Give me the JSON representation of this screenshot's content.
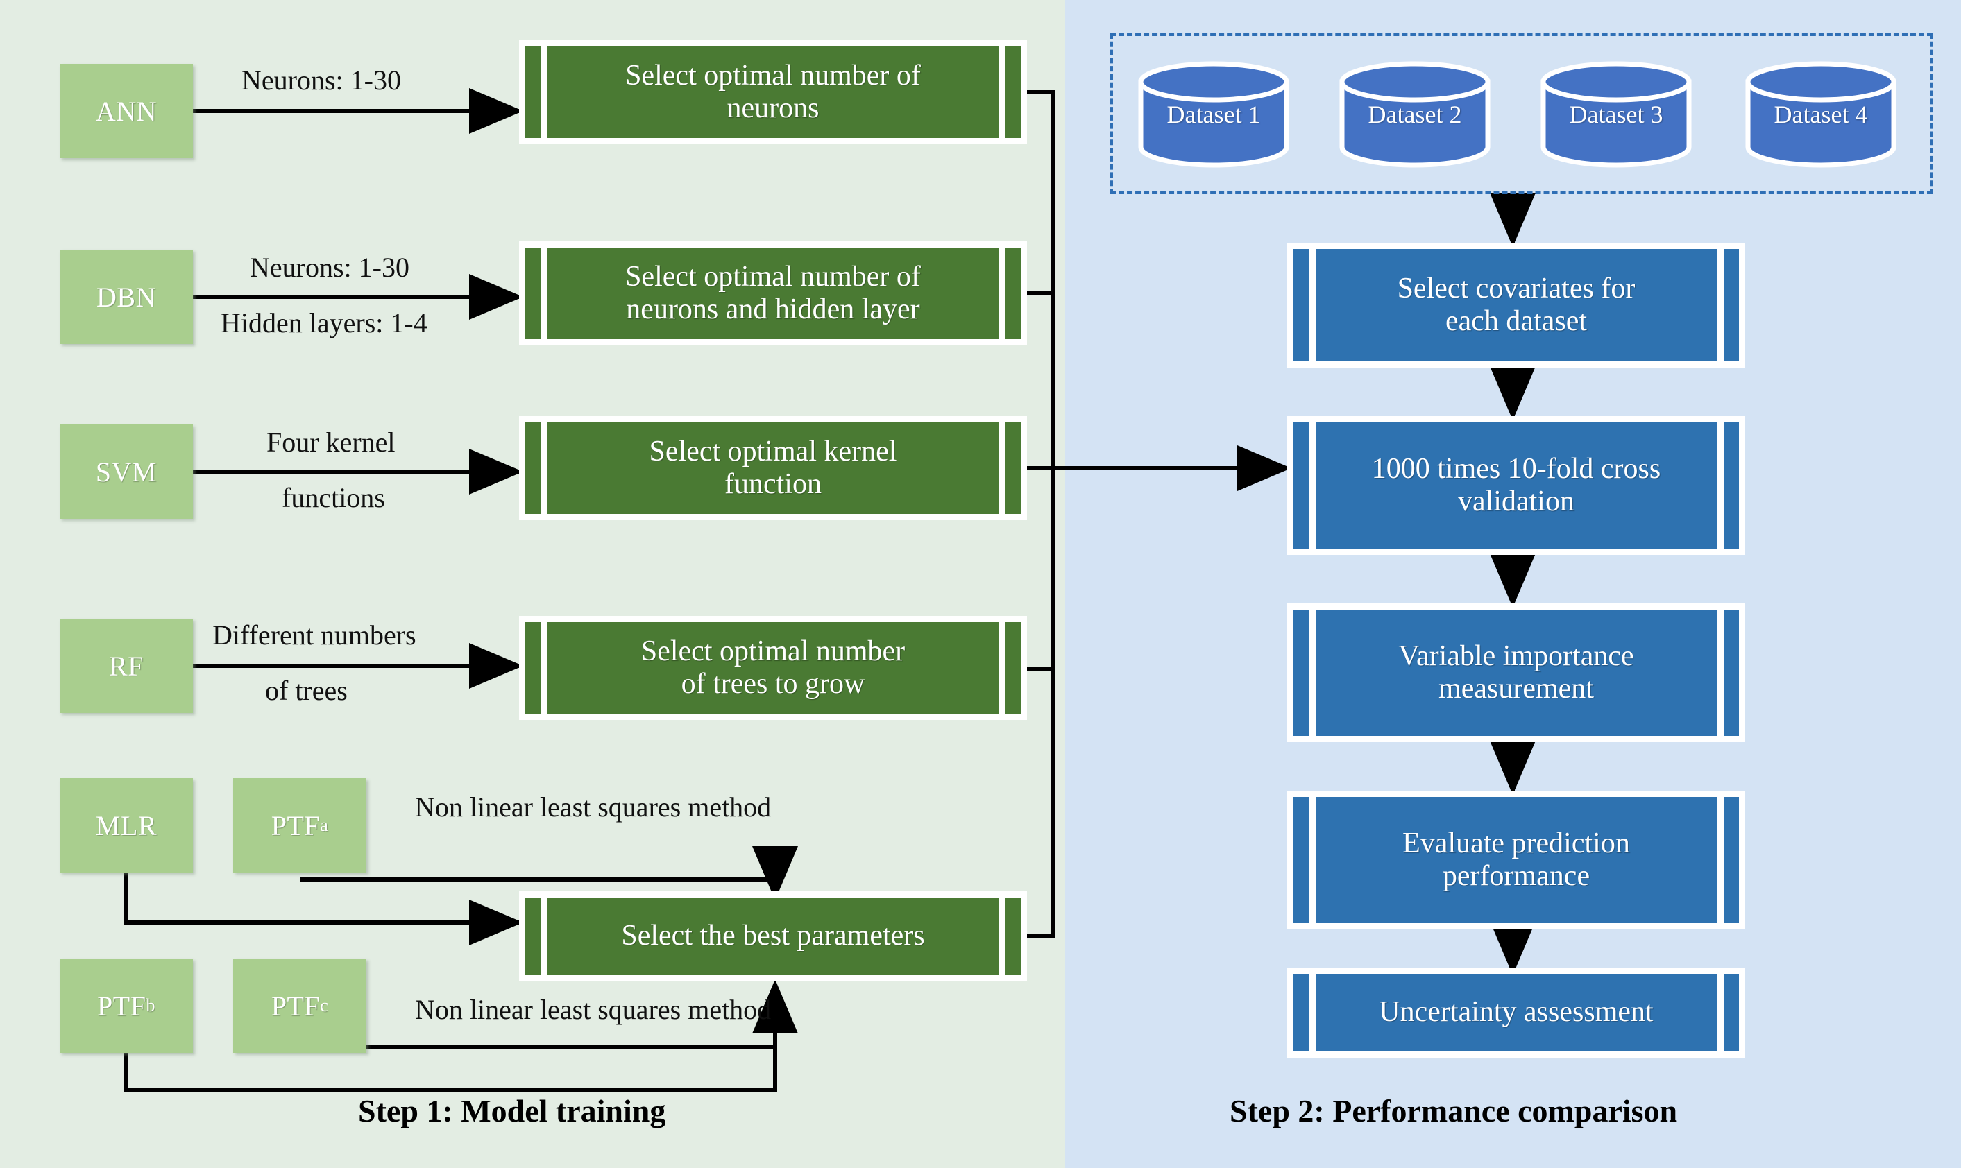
{
  "figure": {
    "type": "flowchart",
    "panels": [
      {
        "id": "step1",
        "caption": "Step 1: Model training",
        "bg": "#e3ede3"
      },
      {
        "id": "step2",
        "caption": "Step 2: Performance comparison",
        "bg": "#d4e3f4"
      }
    ]
  },
  "colors": {
    "light_green": "#a9ce8e",
    "dark_green": "#4a7a33",
    "blue": "#2e72b0",
    "panel_left_bg": "#e3ede3",
    "panel_right_bg": "#d4e3f4",
    "dashed_border": "#2f6fb5",
    "arrow": "#000000"
  },
  "models": [
    {
      "key": "ann",
      "label": "ANN",
      "sub": ""
    },
    {
      "key": "dbn",
      "label": "DBN",
      "sub": ""
    },
    {
      "key": "svm",
      "label": "SVM",
      "sub": ""
    },
    {
      "key": "rf",
      "label": "RF",
      "sub": ""
    },
    {
      "key": "mlr",
      "label": "MLR",
      "sub": ""
    },
    {
      "key": "ptfa",
      "label": "PTF",
      "sub": "a"
    },
    {
      "key": "ptfb",
      "label": "PTF",
      "sub": "b"
    },
    {
      "key": "ptfc",
      "label": "PTF",
      "sub": "c"
    }
  ],
  "edge_labels": {
    "ann_neurons": "Neurons: 1-30",
    "dbn_neurons": "Neurons: 1-30",
    "dbn_hidden": "Hidden layers: 1-4",
    "svm_kernel_l1": "Four kernel",
    "svm_kernel_l2": "functions",
    "rf_trees_l1": "Different numbers",
    "rf_trees_l2": "of trees",
    "nlls_top": "Non linear least squares method",
    "nlls_bottom": "Non linear least squares method"
  },
  "step1_processes": [
    {
      "key": "opt-neurons",
      "line1": "Select optimal number of",
      "line2": "neurons"
    },
    {
      "key": "opt-neurons-layers",
      "line1": "Select optimal number of",
      "line2": "neurons and hidden layer"
    },
    {
      "key": "opt-kernel",
      "line1": "Select optimal kernel",
      "line2": "function"
    },
    {
      "key": "opt-trees",
      "line1": "Select optimal number",
      "line2": "of trees to grow"
    },
    {
      "key": "best-params",
      "line1": "Select the best parameters",
      "line2": ""
    }
  ],
  "datasets": [
    {
      "key": "dataset-1",
      "label": "Dataset 1"
    },
    {
      "key": "dataset-2",
      "label": "Dataset 2"
    },
    {
      "key": "dataset-3",
      "label": "Dataset 3"
    },
    {
      "key": "dataset-4",
      "label": "Dataset 4"
    }
  ],
  "step2_processes": [
    {
      "key": "select-covariates",
      "line1": "Select covariates for",
      "line2": "each dataset"
    },
    {
      "key": "cross-validation",
      "line1": "1000 times 10-fold cross",
      "line2": "validation"
    },
    {
      "key": "variable-importance",
      "line1": "Variable importance",
      "line2": "measurement"
    },
    {
      "key": "evaluate-prediction",
      "line1": "Evaluate prediction",
      "line2": "performance"
    },
    {
      "key": "uncertainty",
      "line1": "Uncertainty assessment",
      "line2": ""
    }
  ]
}
